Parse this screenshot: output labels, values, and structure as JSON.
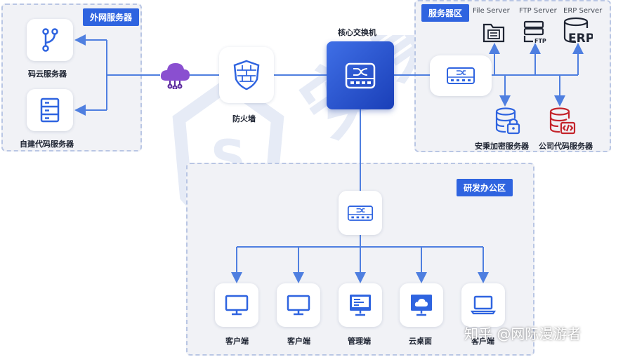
{
  "zones": {
    "external": "外网服务器",
    "server": "服务器区",
    "office": "研发办公区"
  },
  "external": {
    "gitee_label": "码云服务器",
    "selfhosted_label": "自建代码服务器"
  },
  "firewall_label": "防火墙",
  "core_switch_label": "核心交换机",
  "servers": {
    "file": "File Server",
    "ftp": "FTP Server",
    "erp": "ERP Server",
    "encrypt": "安秉加密服务器",
    "company_code": "公司代码服务器"
  },
  "icon_text": {
    "ftp": "FTP",
    "erp": "ERP"
  },
  "clients": [
    {
      "label": "客户端",
      "icon": "monitor-icon"
    },
    {
      "label": "客户端",
      "icon": "monitor-icon"
    },
    {
      "label": "管理端",
      "icon": "admin-monitor-icon"
    },
    {
      "label": "云桌面",
      "icon": "cloud-desktop-icon"
    },
    {
      "label": "客户端",
      "icon": "laptop-icon"
    }
  ],
  "watermark": {
    "brand_chars": [
      "安",
      "秉"
    ],
    "attribution": "知乎 @网际漫游者"
  },
  "colors": {
    "accent": "#2f64e0",
    "line": "#4f7fe0",
    "zone_bg": "#f1f2f6",
    "zone_border": "#b9c6e4",
    "red": "#c4242b",
    "cloud": "#7b3fbf"
  }
}
